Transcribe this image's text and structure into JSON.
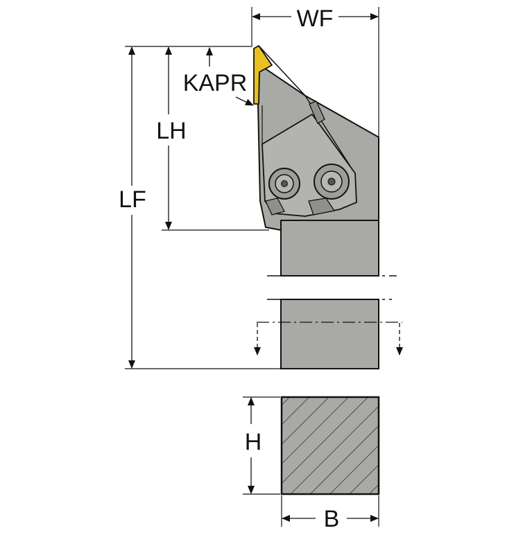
{
  "diagram": {
    "labels": {
      "wf": "WF",
      "kapr": "KAPR",
      "lh": "LH",
      "lf": "LF",
      "h": "H",
      "b": "B"
    },
    "colors": {
      "body": "#a9aaa6",
      "body_dark": "#8f908c",
      "outline": "#111111",
      "insert": "#e8c020",
      "hatch": "#3a3a3a",
      "line": "#222222"
    }
  }
}
